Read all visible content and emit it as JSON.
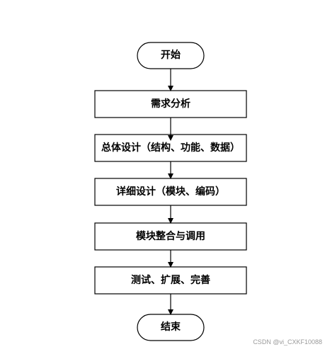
{
  "flowchart": {
    "start_label": "开始",
    "steps": [
      "需求分析",
      "总体设计（结构、功能、数据）",
      "详细设计（模块、编码）",
      "模块整合与调用",
      "测试、扩展、完善"
    ],
    "end_label": "结束"
  },
  "watermark": "CSDN @vi_CXKF10088",
  "colors": {
    "box_fill": "#ffffff",
    "stroke": "#000000",
    "text": "#000000"
  }
}
